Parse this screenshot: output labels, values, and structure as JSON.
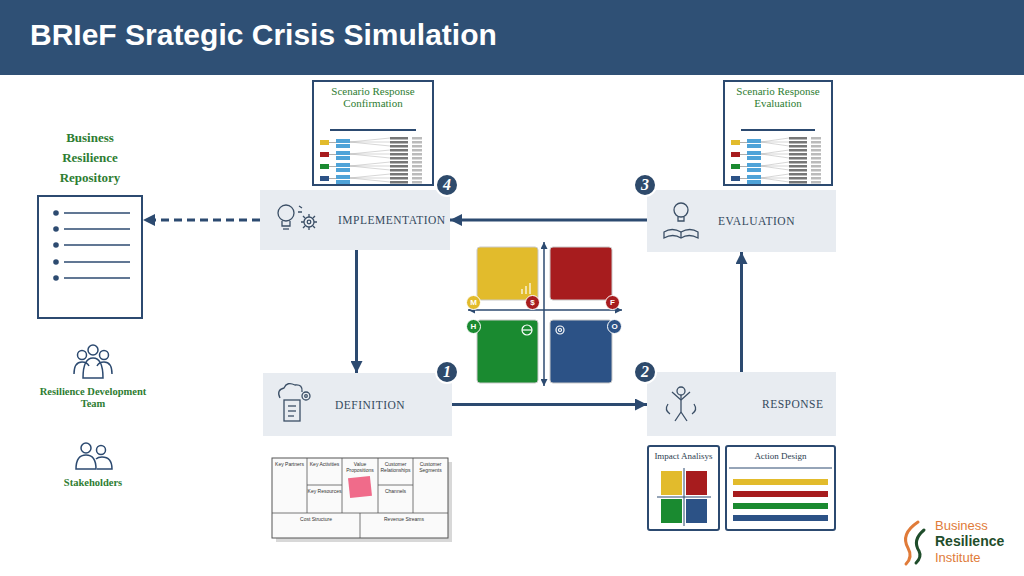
{
  "diagram": {
    "title": "BRIeF Srategic Crisis Simulation",
    "nodes": [
      {
        "text": [
          "Scenario Response Confirmation"
        ]
      },
      {
        "text": [
          "Scenario Response Evaluation"
        ]
      },
      {
        "text": [
          "Business Resilience Repository"
        ]
      },
      {
        "text": [
          "4"
        ]
      },
      {
        "text": [
          "3"
        ]
      },
      {
        "text": [
          "IMPLEMENTATION"
        ]
      },
      {
        "text": [
          "EVALUATION"
        ]
      },
      {
        "text": [
          "M"
        ]
      },
      {
        "text": [
          "$"
        ]
      },
      {
        "text": [
          "F"
        ]
      },
      {
        "text": [
          "H"
        ]
      },
      {
        "text": [
          "O"
        ]
      },
      {
        "text": [
          "1"
        ]
      },
      {
        "text": [
          "2"
        ]
      },
      {
        "text": [
          "DEFINITION"
        ]
      },
      {
        "text": [
          "RESPONSE"
        ]
      },
      {
        "text": [
          "Impact Analisys"
        ]
      },
      {
        "text": [
          "Action Design"
        ]
      }
    ],
    "edges": [
      {
        "from": 5,
        "to": 2,
        "arrow": "to"
      },
      {
        "from": 5,
        "to": 14,
        "arrow": "to"
      },
      {
        "from": 14,
        "to": 15,
        "arrow": "to"
      },
      {
        "from": 15,
        "to": 6,
        "arrow": "to"
      },
      {
        "from": 6,
        "to": 5,
        "arrow": "to"
      }
    ],
    "labels": [
      "Resilience Development Team",
      "Stakeholders",
      "Key Partners",
      "Key Activities",
      "Value Propositions",
      "Customer Relationships",
      "Customer Segments",
      "Key Resources",
      "Channels",
      "Cost Structure",
      "Revenue Streams",
      "Business",
      "Resilience",
      "Institute"
    ]
  }
}
